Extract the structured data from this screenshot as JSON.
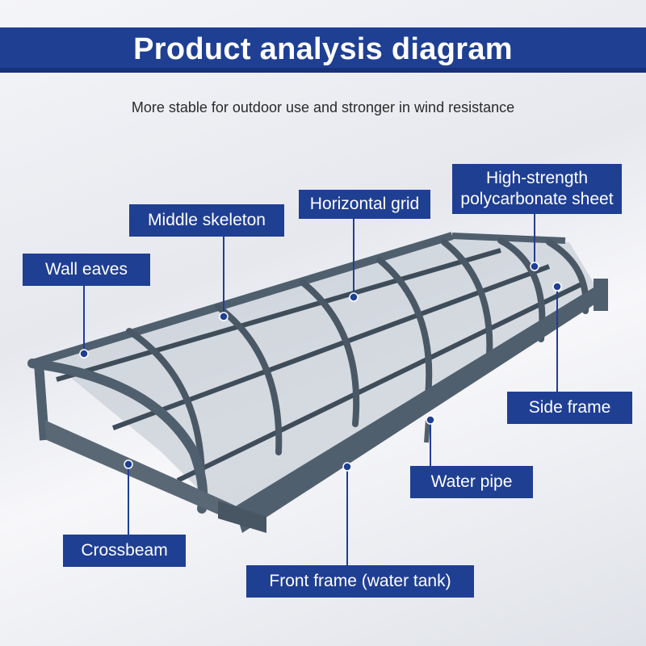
{
  "header": {
    "title": "Product analysis diagram"
  },
  "subtitle": "More stable for outdoor use and stronger in wind resistance",
  "labels": {
    "high_strength": "High-strength polycarbonate sheet",
    "horizontal_grid": "Horizontal grid",
    "middle_skeleton": "Middle skeleton",
    "wall_eaves": "Wall eaves",
    "side_frame": "Side frame",
    "water_pipe": "Water pipe",
    "crossbeam": "Crossbeam",
    "front_frame": "Front frame (water tank)"
  },
  "colors": {
    "brand_blue": "#1f3f93",
    "frame_gray": "#4f5f6e",
    "sheet": "#c9d0d8"
  }
}
